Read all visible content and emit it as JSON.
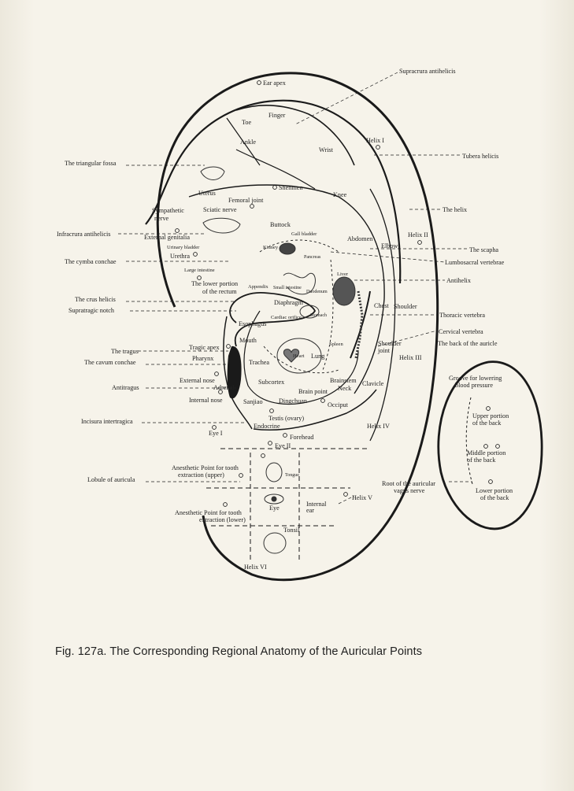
{
  "caption": "Fig. 127a.  The Corresponding Regional Anatomy of the Auricular Points",
  "labels": {
    "ear_apex": "Ear apex",
    "supracrura_antihelicis": "Supracrura antihelicis",
    "finger": "Finger",
    "toe": "Toe",
    "ankle": "Ankle",
    "wrist": "Wrist",
    "helix_1": "Helix I",
    "tubera_helicis": "Tubera helicis",
    "triangular_fossa": "The triangular fossa",
    "uterus": "Uterus",
    "shenmen": "Shenmen",
    "knee": "Knee",
    "femoral_joint": "Femoral joint",
    "sympathetic_nerve_1": "Sympathetic",
    "sympathetic_nerve_2": "nerve",
    "sciatic_nerve": "Sciatic nerve",
    "the_helix": "The helix",
    "buttock": "Buttock",
    "infracrura": "Infracrura antihelicis",
    "external_genitalia": "External genitalia",
    "gall_bladder": "Gall bladder",
    "abdomen": "Abdomen",
    "helix_2": "Helix II",
    "the_scapha": "The scapha",
    "urinary_bladder": "Urinary bladder",
    "kidney": "Kidney",
    "pancreas": "Pancreas",
    "elbow": "Elbow",
    "lumbosacral": "Lumbosacral vertebrae",
    "cymba_conchae": "The cymba conchae",
    "urethra": "Urethra",
    "large_intestine": "Large intestine",
    "antihelix": "Antihelix",
    "lower_rectum_1": "The lower portion",
    "lower_rectum_2": "of the rectum",
    "appendix": "Appendix",
    "small_intestine": "Small intestine",
    "duodenum": "Duodenum",
    "liver": "Liver",
    "crus_helicis": "The crus helicis",
    "diaphragm": "Diaphragm",
    "chest": "Chest",
    "shoulder": "Shoulder",
    "supratragic_notch": "Supratragic notch",
    "cardiac_orifice": "Cardiac orifice",
    "stomach": "Stomach",
    "thoracic_vertebra": "Thoracic vertebra",
    "esophagus": "Esophagus",
    "cervical_vertebra": "Cervical vertebra",
    "mouth": "Mouth",
    "spleen": "Spleen",
    "shoulder_joint_1": "Shoulder",
    "shoulder_joint_2": "joint",
    "back_of_auricle": "The back of the auricle",
    "tragus": "The tragus",
    "tragic_apex": "Tragic apex",
    "heart": "Heart",
    "lung": "Lung",
    "helix_3": "Helix III",
    "cavum_conchae": "The cavum conchae",
    "pharynx": "Pharynx",
    "trachea": "Trachea",
    "groove_1": "Groove for lowering",
    "groove_2": "blood pressure",
    "external_nose": "External nose",
    "subcortex": "Subcortex",
    "brainstem": "Brainstem",
    "clavicle": "Clavicle",
    "antitragus": "Antitragus",
    "adrenal": "Adrenal",
    "brain_point": "Brain point",
    "neck": "Neck",
    "internal_nose": "Internal nose",
    "sanjiao": "Sanjiao",
    "dingchuan": "Dingchuan",
    "occiput": "Occiput",
    "upper_back_1": "Upper portion",
    "upper_back_2": "of the back",
    "incisura": "Incisura intertragica",
    "testis": "Testis (ovary)",
    "endocrine": "Endocrine",
    "helix_4": "Helix IV",
    "eye_1": "Eye I",
    "forehead": "Forehead",
    "eye_2": "Eye II",
    "middle_back_1": "Middle portion",
    "middle_back_2": "of the back",
    "anesthetic_upper_1": "Anesthetic Point for tooth",
    "anesthetic_upper_2": "extraction (upper)",
    "tongue": "Tongue",
    "lobule": "Lobule of auricula",
    "root_vagus_1": "Root of the auricular",
    "root_vagus_2": "vagus nerve",
    "lower_back_1": "Lower portion",
    "lower_back_2": "of the back",
    "eye": "Eye",
    "internal_ear_1": "Internal",
    "internal_ear_2": "ear",
    "helix_5": "Helix V",
    "anesthetic_lower_1": "Anesthetic Point for tooth",
    "anesthetic_lower_2": "extraction (lower)",
    "tonsil": "Tonsil",
    "helix_6": "Helix VI"
  }
}
